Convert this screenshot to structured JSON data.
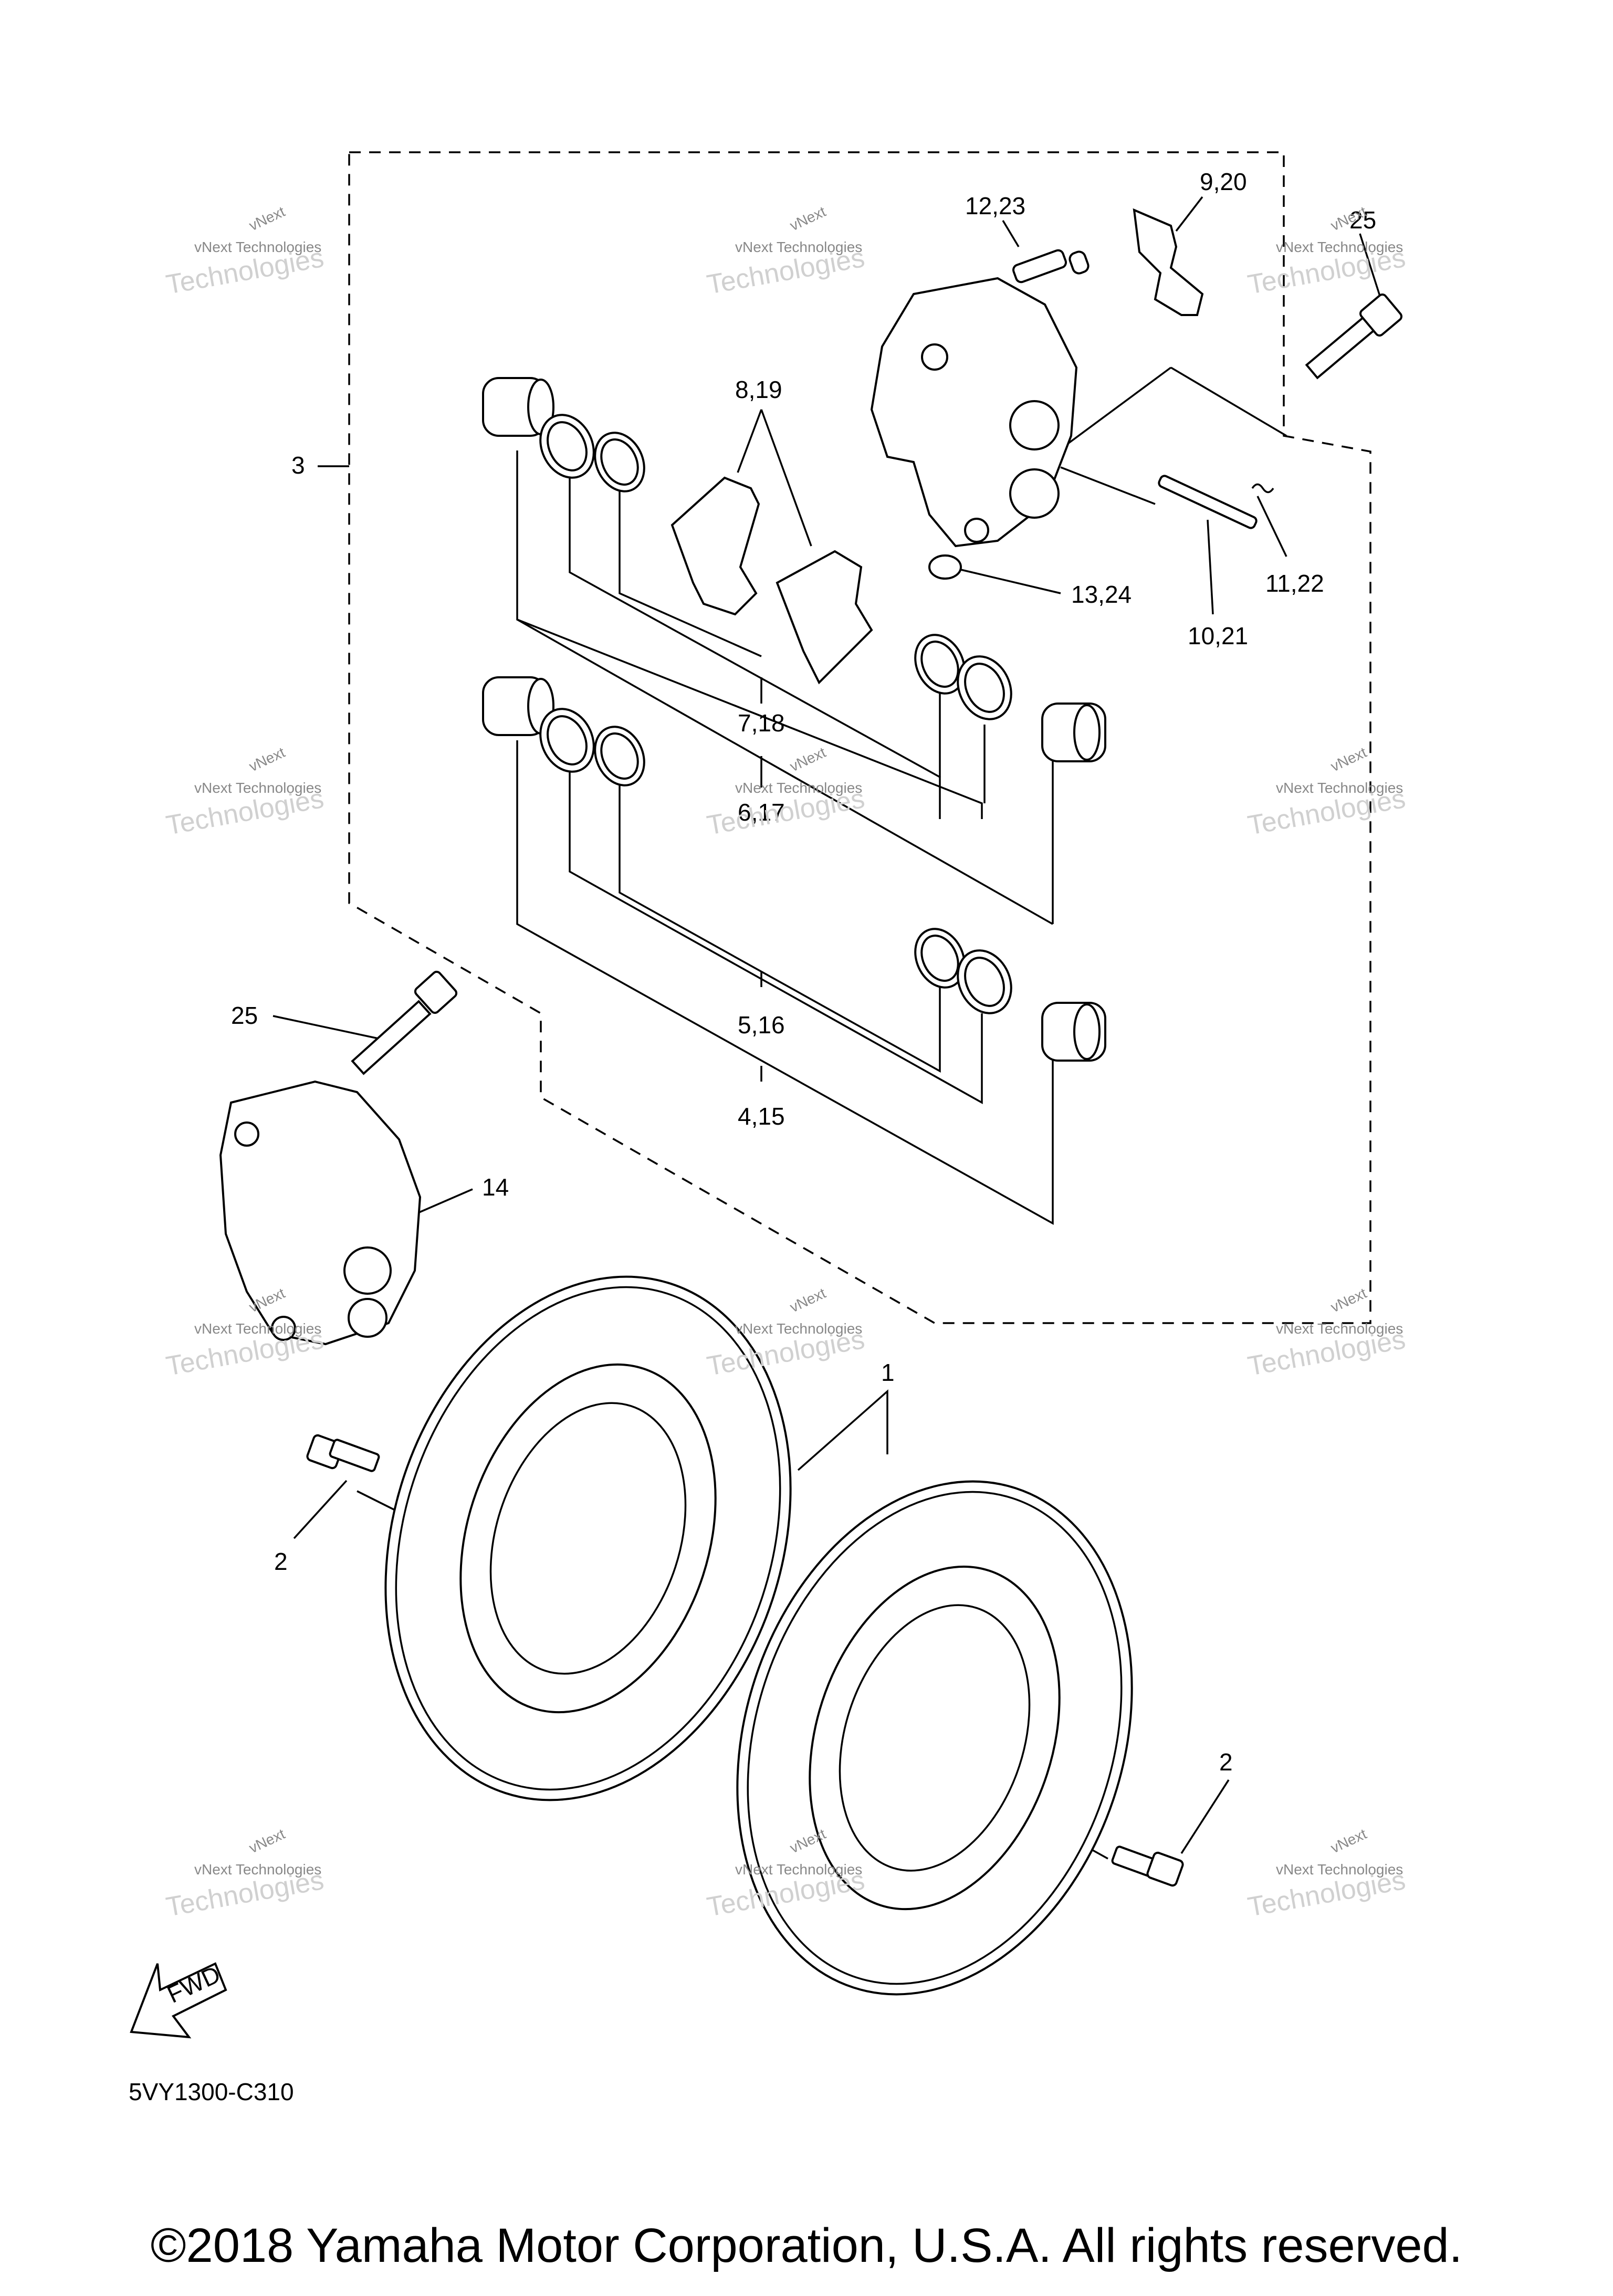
{
  "labels": {
    "l1": "1",
    "l2a": "2",
    "l2b": "2",
    "l3": "3",
    "l45": "4,15",
    "l516": "5,16",
    "l617": "6,17",
    "l718": "7,18",
    "l819": "8,19",
    "l920": "9,20",
    "l1021": "10,21",
    "l1122": "11,22",
    "l1223": "12,23",
    "l1324": "13,24",
    "l14": "14",
    "l25a": "25",
    "l25b": "25"
  },
  "watermark": {
    "small": "vNext Technologies",
    "big": "Technologies",
    "tilt": "vNext"
  },
  "fwd": "FWD",
  "diagram_code": "5VY1300-C310",
  "copyright": "©2018 Yamaha Motor Corporation, U.S.A. All rights reserved."
}
